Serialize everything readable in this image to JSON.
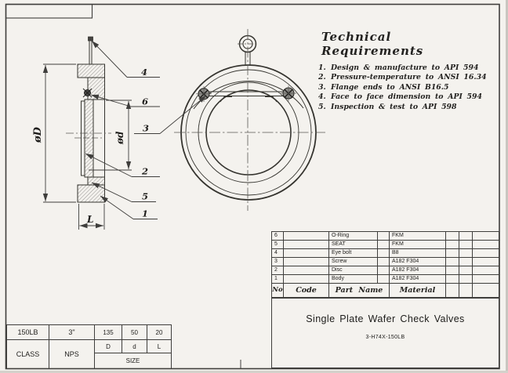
{
  "title_block": {
    "title": "Single Plate Wafer Check Valves",
    "drawing_no": "3-H74X-150LB"
  },
  "tech_requirements": {
    "title": "Technical Requirements",
    "items": [
      {
        "num": "1.",
        "text": "Design & manufacture to API 594"
      },
      {
        "num": "2.",
        "text": "Pressure-temperature to ANSI 16.34"
      },
      {
        "num": "3.",
        "text": "Flange ends to ANSI B16.5"
      },
      {
        "num": "4.",
        "text": "Face to face dimension to API 594"
      },
      {
        "num": "5.",
        "text": "Inspection & test to API 598"
      }
    ]
  },
  "parts_table": {
    "headers": {
      "no": "No",
      "code": "Code",
      "part_name": "Part Name",
      "material": "Material"
    },
    "rows": [
      {
        "no": "6",
        "code": "",
        "part_name": "O-Ring",
        "material": "FKM"
      },
      {
        "no": "5",
        "code": "",
        "part_name": "SEAT",
        "material": "FKM"
      },
      {
        "no": "4",
        "code": "",
        "part_name": "Eye bolt",
        "material": "B8"
      },
      {
        "no": "3",
        "code": "",
        "part_name": "Screw",
        "material": "A182 F304"
      },
      {
        "no": "2",
        "code": "",
        "part_name": "Disc",
        "material": "A182 F304"
      },
      {
        "no": "1",
        "code": "",
        "part_name": "Body",
        "material": "A182 F304"
      }
    ]
  },
  "size_table": {
    "class_value": "150LB",
    "nps_value": "3\"",
    "D_value": "135",
    "d_value": "50",
    "L_value": "20",
    "class_label": "CLASS",
    "nps_label": "NPS",
    "D_label": "D",
    "d_label": "d",
    "L_label": "L",
    "size_label": "SIZE"
  },
  "dimensions": {
    "outer_diameter": "øD",
    "disc_diameter": "ød",
    "face_to_face": "L"
  },
  "callouts": {
    "eye_bolt": "4",
    "o_ring": "6",
    "screw": "3",
    "disc": "2",
    "seat": "5",
    "body": "1"
  }
}
